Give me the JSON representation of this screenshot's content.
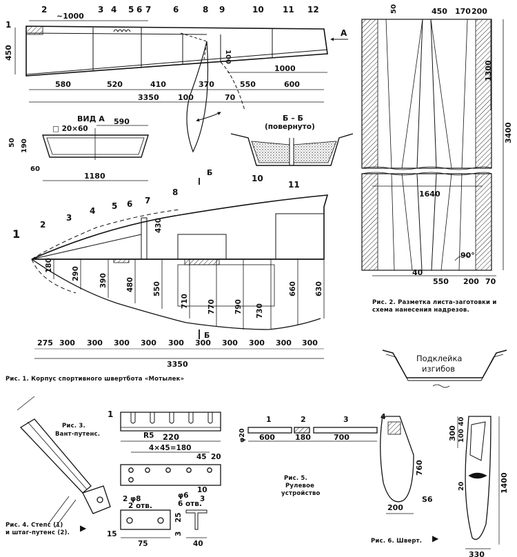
{
  "captions": {
    "fig1": "Рис. 1. Корпус спортивного швертбота «Мотылек»",
    "fig2_line1": "Рис. 2. Разметка листа-заготовки и",
    "fig2_line2": "схема нанесения надрезов.",
    "fig3_line1": "Рис. 3.",
    "fig3_line2": "Вант-путенс.",
    "fig4_line1": "Рис. 4. Степс (1)",
    "fig4_line2": "и штаг-путенс (2).",
    "fig5_line1": "Рис. 5.",
    "fig5_line2": "Рулевое",
    "fig5_line3": "устройство",
    "fig6": "Рис. 6. Шверт."
  },
  "fig1": {
    "top_numbers": [
      "1",
      "2",
      "3",
      "4",
      "5",
      "6",
      "7",
      "6",
      "8",
      "9",
      "10",
      "11",
      "12"
    ],
    "top_approx": "~1000",
    "top_dims": [
      "580",
      "520",
      "410",
      "370",
      "550",
      "600",
      "3350",
      "100",
      "70",
      "1000",
      "100",
      "450"
    ],
    "arrow_a": "A",
    "view_a": {
      "title": "ВИД А",
      "profile": "□ 20×60",
      "dims": [
        "590",
        "50",
        "190",
        "60",
        "1180"
      ]
    },
    "section": {
      "title": "Б – Б",
      "subtitle": "(повернуто)"
    },
    "side_numbers": [
      "1",
      "2",
      "3",
      "4",
      "5",
      "6",
      "7",
      "8",
      "10",
      "11"
    ],
    "side_heights": [
      "180",
      "290",
      "390",
      "480",
      "550",
      "430",
      "710",
      "770",
      "790",
      "730",
      "660",
      "630"
    ],
    "spacings": [
      "275",
      "300",
      "300",
      "300",
      "300",
      "300",
      "300",
      "300",
      "300",
      "300",
      "300"
    ],
    "length": "3350",
    "cut_mark": "Б"
  },
  "fig2": {
    "top_dims": [
      "50",
      "450",
      "170",
      "200"
    ],
    "height_dims": [
      "1300",
      "3400"
    ],
    "width": "1640",
    "angle": "90°",
    "bottom_dims": [
      "40",
      "550",
      "200",
      "70"
    ]
  },
  "reinforcement": {
    "line1": "Подклейка",
    "line2": "изгибов"
  },
  "fig4": {
    "part_number": "1",
    "radius": "R5",
    "length": "220",
    "holes_spec": "4×45=180",
    "small_dims": [
      "45",
      "20",
      "10"
    ],
    "hole_spec": "φ6",
    "hole_count": "6 отв.",
    "part2_label": "2 φ8",
    "part2_count": "2 отв.",
    "part2_dims": [
      "15",
      "75",
      "3",
      "25",
      "3",
      "40"
    ]
  },
  "fig5": {
    "labels": [
      "1",
      "2",
      "3"
    ],
    "dia": "φ20",
    "dims": [
      "600",
      "180",
      "700"
    ]
  },
  "fig6": {
    "label": "4",
    "dims": [
      "760",
      "200",
      "S6"
    ],
    "right_dims": [
      "40",
      "300",
      "100",
      "20",
      "1400",
      "330"
    ]
  }
}
